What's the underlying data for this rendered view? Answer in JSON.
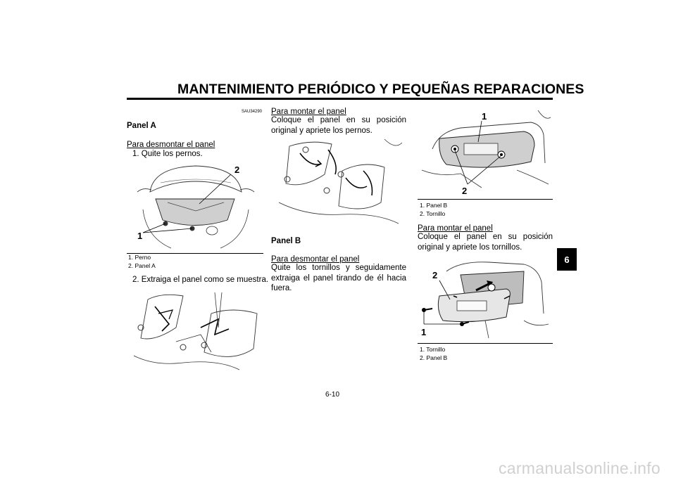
{
  "header": {
    "title": "MANTENIMIENTO PERIÓDICO Y PEQUEÑAS REPARACIONES",
    "chapter_tab": "6"
  },
  "col1": {
    "code": "SAU34290",
    "heading": "Panel A",
    "remove_title": "Para desmontar el panel",
    "step1": "1.  Quite los pernos.",
    "fig1": {
      "callout_1": "1",
      "callout_2": "2"
    },
    "legend1": [
      "1. Perno",
      "2. Panel A"
    ],
    "step2": "2.  Extraiga el panel como se muestra."
  },
  "col2": {
    "install_title": "Para montar el panel",
    "install_text": "Coloque el panel en su posición original y apriete los pernos.",
    "heading_b": "Panel B",
    "remove_title": "Para desmontar el panel",
    "remove_text": "Quite los tornillos y seguidamente extraiga el panel tirando de él hacia fuera."
  },
  "col3": {
    "fig1": {
      "callout_1": "1",
      "callout_2": "2"
    },
    "legend1": [
      "1. Panel B",
      "2. Tornillo"
    ],
    "install_title": "Para montar el panel",
    "install_text": "Coloque el panel en su posición original y apriete los tornillos.",
    "fig2": {
      "callout_1": "1",
      "callout_2": "2"
    },
    "legend2": [
      "1. Tornillo",
      "2. Panel B"
    ]
  },
  "footer": {
    "page_number": "6-10",
    "watermark": "carmanualsonline.info"
  }
}
